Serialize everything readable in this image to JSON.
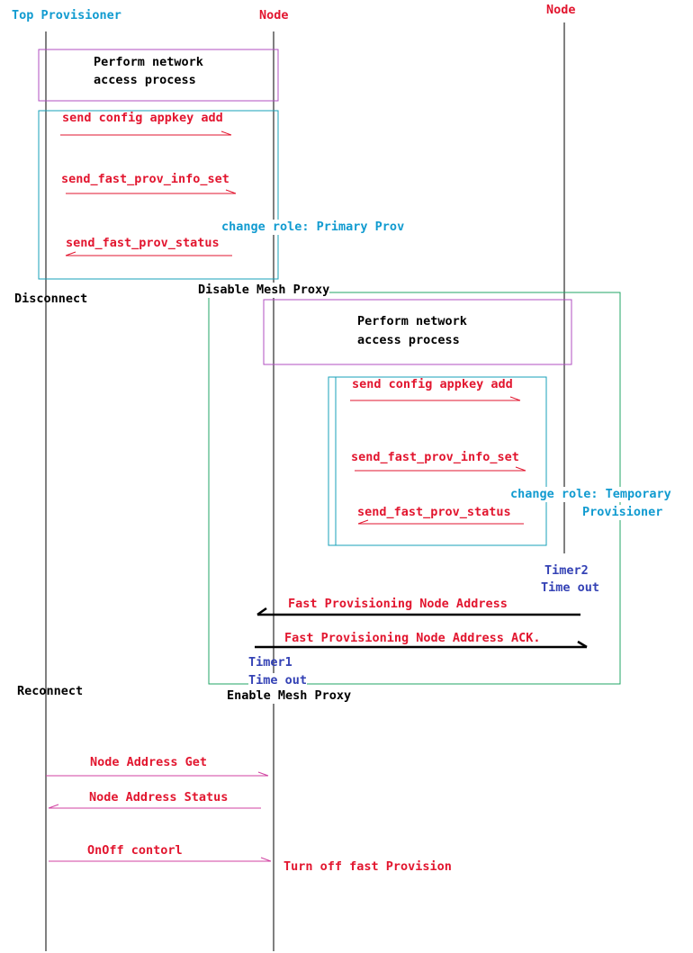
{
  "lifelines": {
    "top_provisioner": "Top Provisioner",
    "node_1": "Node",
    "node_2": "Node"
  },
  "phase1": {
    "access_process": [
      "Perform network",
      "access process"
    ],
    "msg_appkey_add": "send config appkey add",
    "msg_info_set": "send_fast_prov_info_set",
    "msg_status": "send_fast_prov_status",
    "role_change": "change role:  Primary Prov"
  },
  "events": {
    "disconnect": "Disconnect",
    "disable_proxy": "Disable Mesh Proxy",
    "reconnect": "Reconnect",
    "enable_proxy": "Enable Mesh Proxy"
  },
  "phase2": {
    "access_process": [
      "Perform network",
      "access process"
    ],
    "msg_appkey_add": "send config appkey add",
    "msg_info_set": "send_fast_prov_info_set",
    "msg_status": "send_fast_prov_status",
    "role_change_1": "change role: Temporary",
    "role_change_2": "Provisioner",
    "timer2": [
      "Timer2",
      "Time out"
    ],
    "msg_node_address": "Fast Provisioning Node Address",
    "msg_node_address_ack": "Fast Provisioning Node Address ACK.",
    "timer1": [
      "Timer1",
      "Time out"
    ]
  },
  "phase3": {
    "msg_address_get": "Node Address Get",
    "msg_address_status": "Node Address Status",
    "msg_onoff": "OnOff contorl",
    "turn_off": "Turn off fast Provision"
  },
  "colors": {
    "message_text": "#e2162f",
    "role_text": "#119bd0",
    "timer_text": "#3442b5",
    "access_box": "#b04fc0",
    "config_box": "#17a2b8",
    "proxy_box": "#21a566"
  }
}
